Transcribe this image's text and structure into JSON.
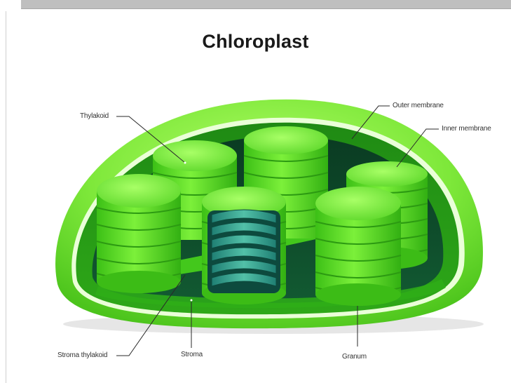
{
  "title": "Chloroplast",
  "labels": {
    "thylakoid": "Thylakoid",
    "outer_membrane": "Outer membrane",
    "inner_membrane": "Inner membrane",
    "stroma_thylakoid": "Stroma thylakoid",
    "stroma": "Stroma",
    "granum": "Granum"
  },
  "colors": {
    "outer": "#7ee83a",
    "inner": "#2aa012",
    "stroma": "#0f4f2c",
    "disc": "#5fe02c",
    "disc_dark": "#2fb012",
    "section": "#2e9e8c"
  }
}
